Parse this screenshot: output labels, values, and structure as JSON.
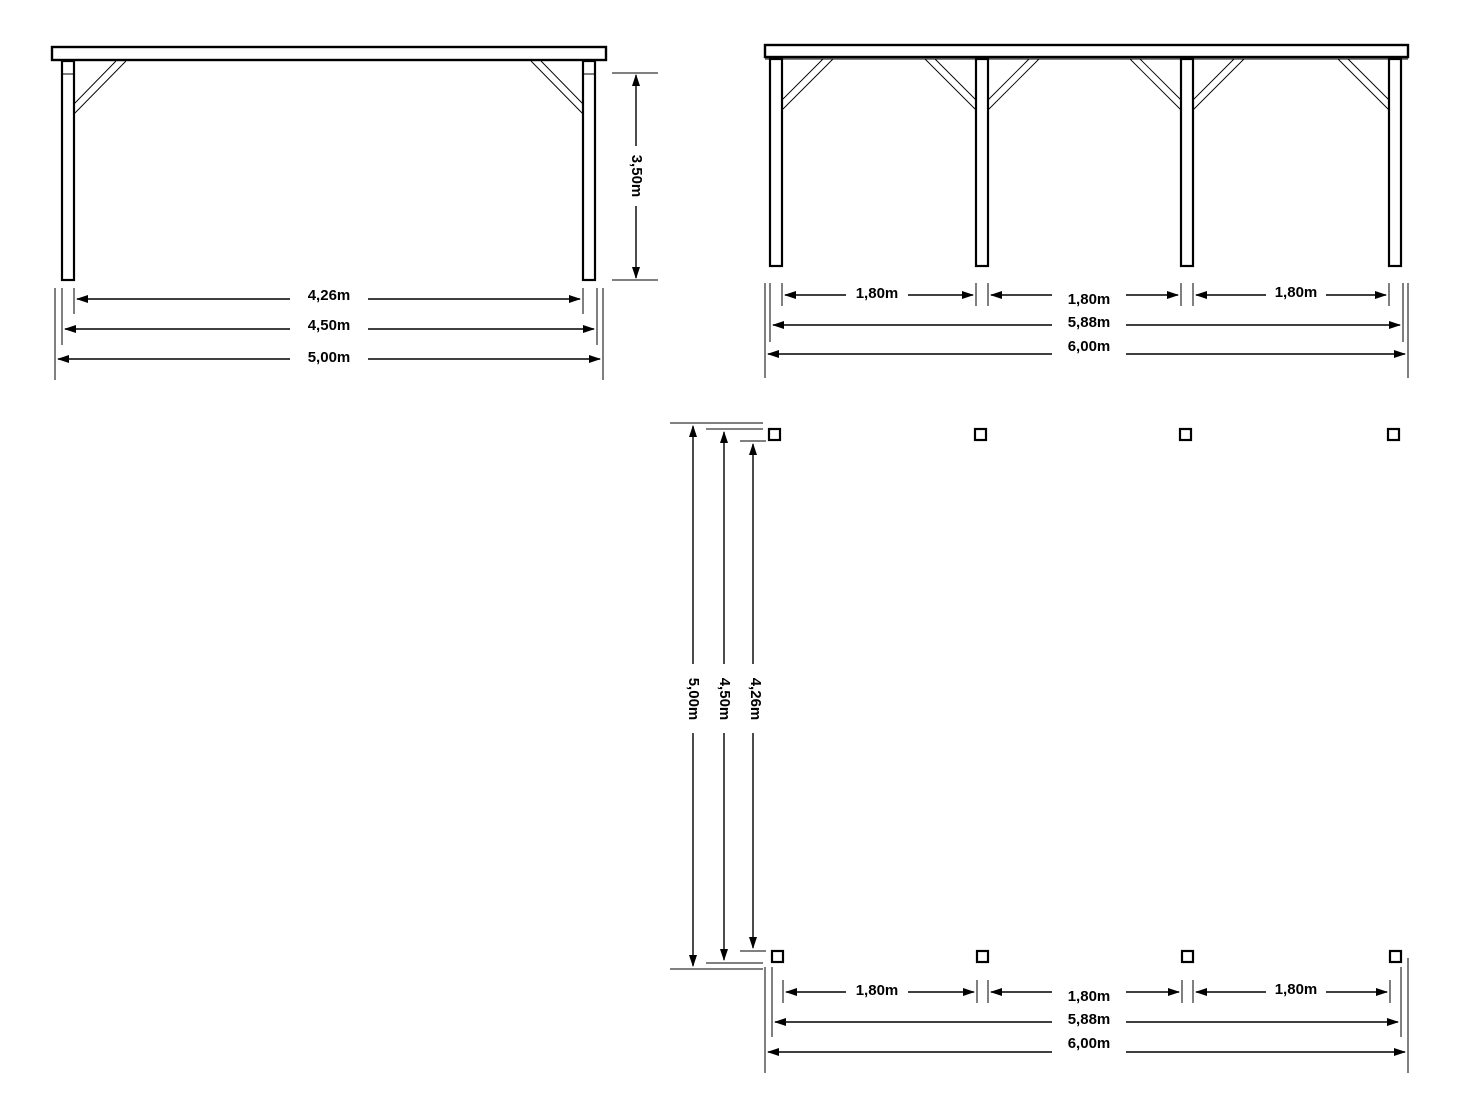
{
  "side_view": {
    "height_label": "3,50m",
    "inner_width_label": "4,26m",
    "post_width_label": "4,50m",
    "roof_width_label": "5,00m"
  },
  "front_view": {
    "span_1_label": "1,80m",
    "span_2_label": "1,80m",
    "span_3_label": "1,80m",
    "post_length_label": "5,88m",
    "roof_length_label": "6,00m"
  },
  "plan_view": {
    "depth_roof_label": "5,00m",
    "depth_posts_label": "4,50m",
    "depth_inner_label": "4,26m",
    "span_1_label": "1,80m",
    "span_2_label": "1,80m",
    "span_3_label": "1,80m",
    "post_length_label": "5,88m",
    "roof_length_label": "6,00m"
  }
}
